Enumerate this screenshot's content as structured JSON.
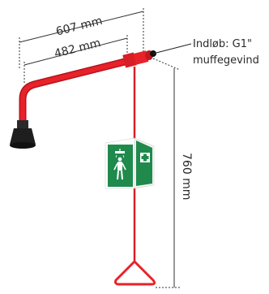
{
  "dimensions": {
    "total_reach": "607 mm",
    "arm_length": "482 mm",
    "pull_rod_height": "760 mm"
  },
  "callout": {
    "line1": "Indløb: G1\"",
    "line2": "muffegevind"
  },
  "colors": {
    "pipe": "#e8222a",
    "pipe_dark": "#b5121a",
    "shower_head": "#222222",
    "sign_green": "#1f8a4c",
    "dimension_line": "#333333"
  },
  "icons": {
    "sign_left": "safety-shower-person-icon",
    "sign_right": "first-aid-cross-icon"
  }
}
